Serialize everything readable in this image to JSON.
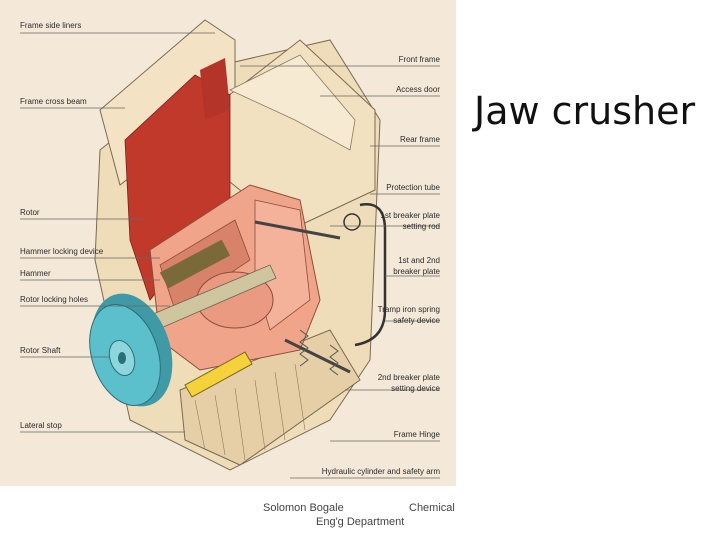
{
  "slide": {
    "title": "Jaw crusher"
  },
  "diagram": {
    "background": "#f4e9d8",
    "colors": {
      "frame": "#efdcb8",
      "frame_dark": "#d6bd93",
      "liner": "#c0392b",
      "rotor": "#f0a58a",
      "rotor_dark": "#d9826a",
      "shaft": "#cfc6a0",
      "pulley": "#5bc0cc",
      "cylinder": "#f5d23c",
      "line": "#555555"
    },
    "labels_left": [
      "Frame side liners",
      "Frame cross beam",
      "Rotor",
      "Hammer locking device",
      "Hammer",
      "Rotor locking holes",
      "Rotor Shaft",
      "Lateral stop"
    ],
    "labels_right": [
      "Front frame",
      "Access door",
      "Rear frame",
      "Protection tube",
      "1st breaker plate",
      "setting rod",
      "1st and 2nd",
      "breaker plate",
      "Tramp iron spring",
      "safety device",
      "2nd breaker plate",
      "setting device",
      "Frame Hinge",
      "Hydraulic cylinder and safety arm"
    ]
  },
  "footer": {
    "author": "Solomon Bogale",
    "dept_line1": "Chemical",
    "dept_line2": "Eng'g Department"
  }
}
